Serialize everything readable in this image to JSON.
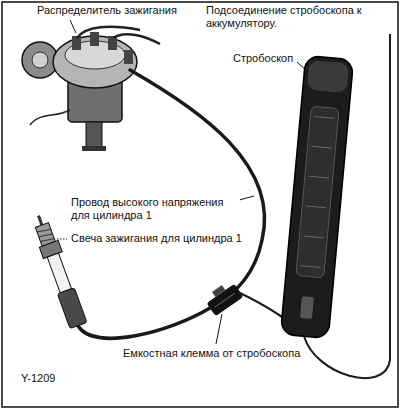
{
  "diagram": {
    "labels": [
      "Распределитель зажигания",
      "Подсоединение стробоскопа к аккумулятору.",
      "Стробоскоп",
      "Провод высокого напряжения для цилиндра 1",
      "Свеча зажигания для цилиндра 1",
      "Емкостная клемма от стробоскопа",
      "Y-1209"
    ]
  }
}
